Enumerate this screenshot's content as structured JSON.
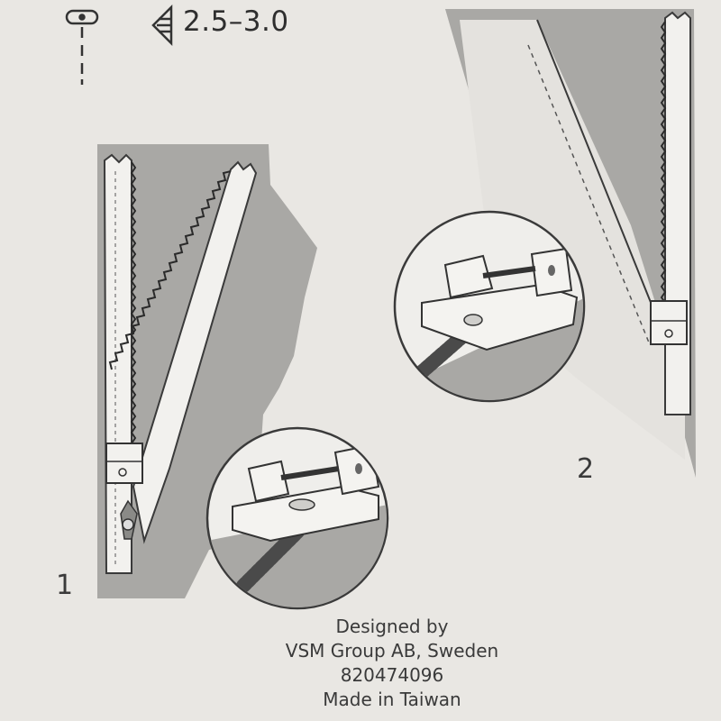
{
  "header": {
    "stitch_length": "2.5–3.0",
    "stitch_icon": "straight-stitch-icon",
    "length_icon": "stitch-length-icon"
  },
  "steps": [
    {
      "number": "1"
    },
    {
      "number": "2"
    }
  ],
  "credits": {
    "line1": "Designed by",
    "line2": "VSM Group AB, Sweden",
    "line3": "820474096",
    "line4": "Made in Taiwan"
  },
  "colors": {
    "paper": "#e9e7e3",
    "fabric_shade": "#a9a8a5",
    "zipper_tape": "#f2f1ee",
    "line": "#3a3a3a"
  }
}
